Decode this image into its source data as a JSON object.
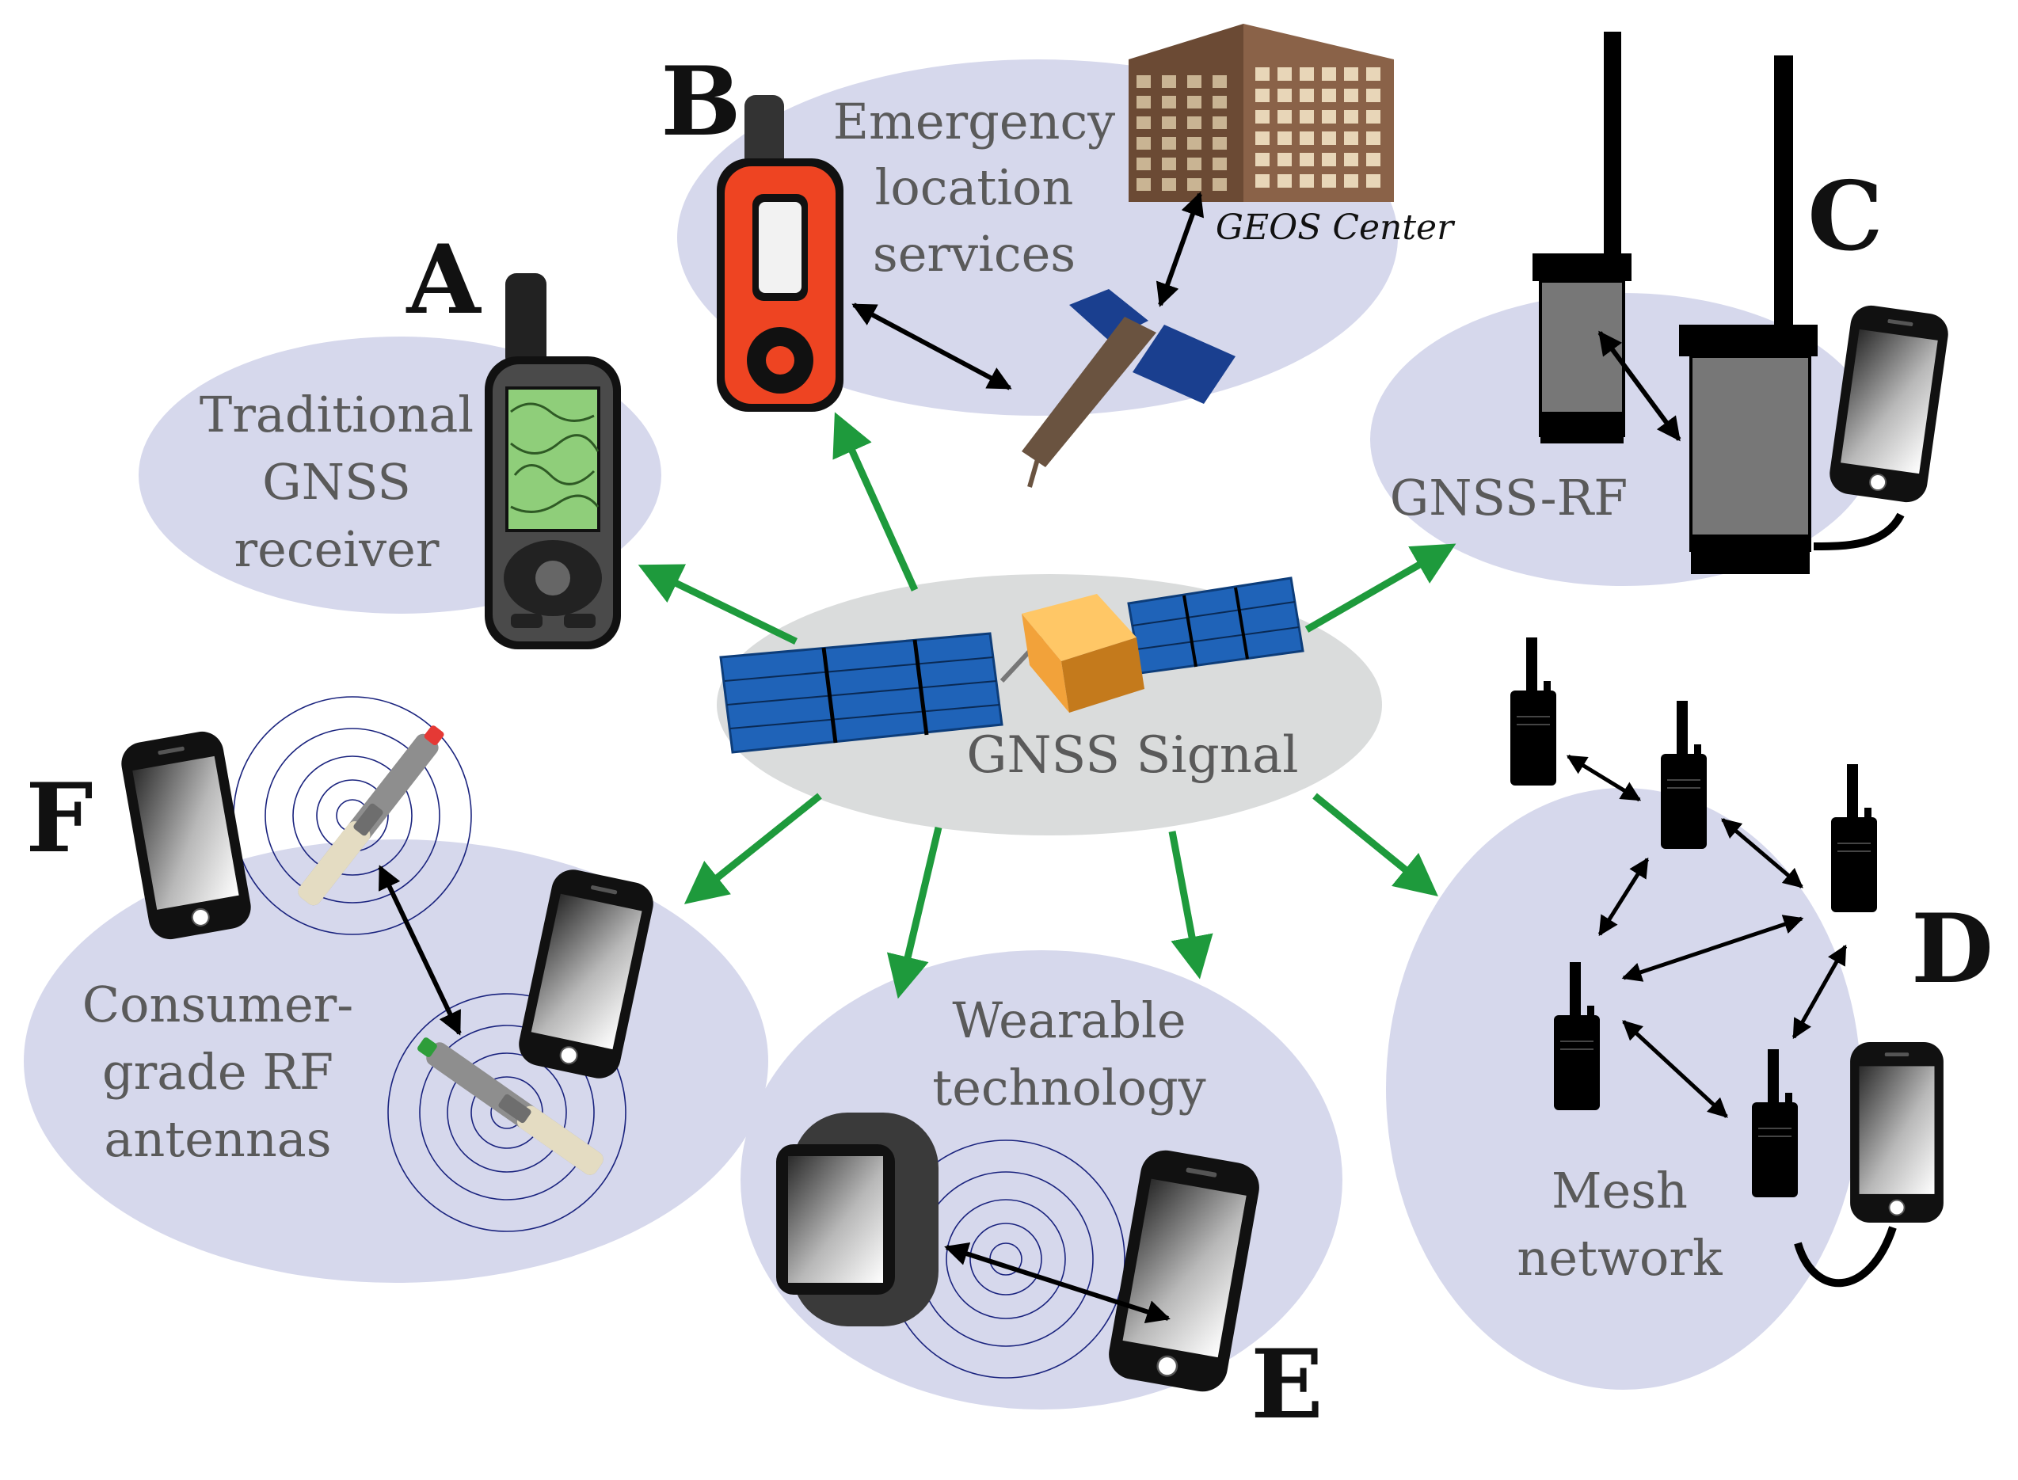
{
  "center": {
    "label": "GNSS Signal"
  },
  "nodes": {
    "a": {
      "letter": "A",
      "lines": [
        "Traditional",
        "GNSS",
        "receiver"
      ]
    },
    "b": {
      "letter": "B",
      "lines": [
        "Emergency",
        "location",
        "services"
      ],
      "facility": "GEOS Center"
    },
    "c": {
      "letter": "C",
      "lines": [
        "GNSS-RF"
      ]
    },
    "d": {
      "letter": "D",
      "lines": [
        "Mesh",
        "network"
      ]
    },
    "e": {
      "letter": "E",
      "lines": [
        "Wearable",
        "technology"
      ]
    },
    "f": {
      "letter": "F",
      "lines": [
        "Consumer-",
        "grade RF",
        "antennas"
      ]
    }
  },
  "colors": {
    "bubble": "#d6d8ec",
    "center_bubble": "#dadcdc",
    "arrow": "#1e9a3c",
    "panel_blue": "#1f63b8",
    "cube": "#f2a23a",
    "orange_device": "#ee4422",
    "lcd_green": "#8fce7a",
    "building": "#8a6248",
    "rings": "#1a237e"
  }
}
